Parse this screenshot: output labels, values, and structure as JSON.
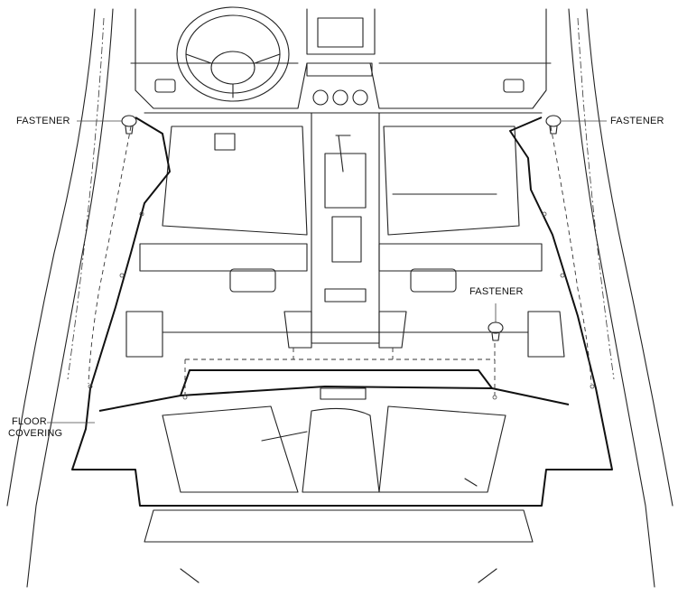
{
  "labels": {
    "fastener_left": "FASTENER",
    "fastener_right": "FASTENER",
    "fastener_center": "FASTENER",
    "floor_covering_line1": "FLOOR",
    "floor_covering_line2": "COVERING"
  }
}
